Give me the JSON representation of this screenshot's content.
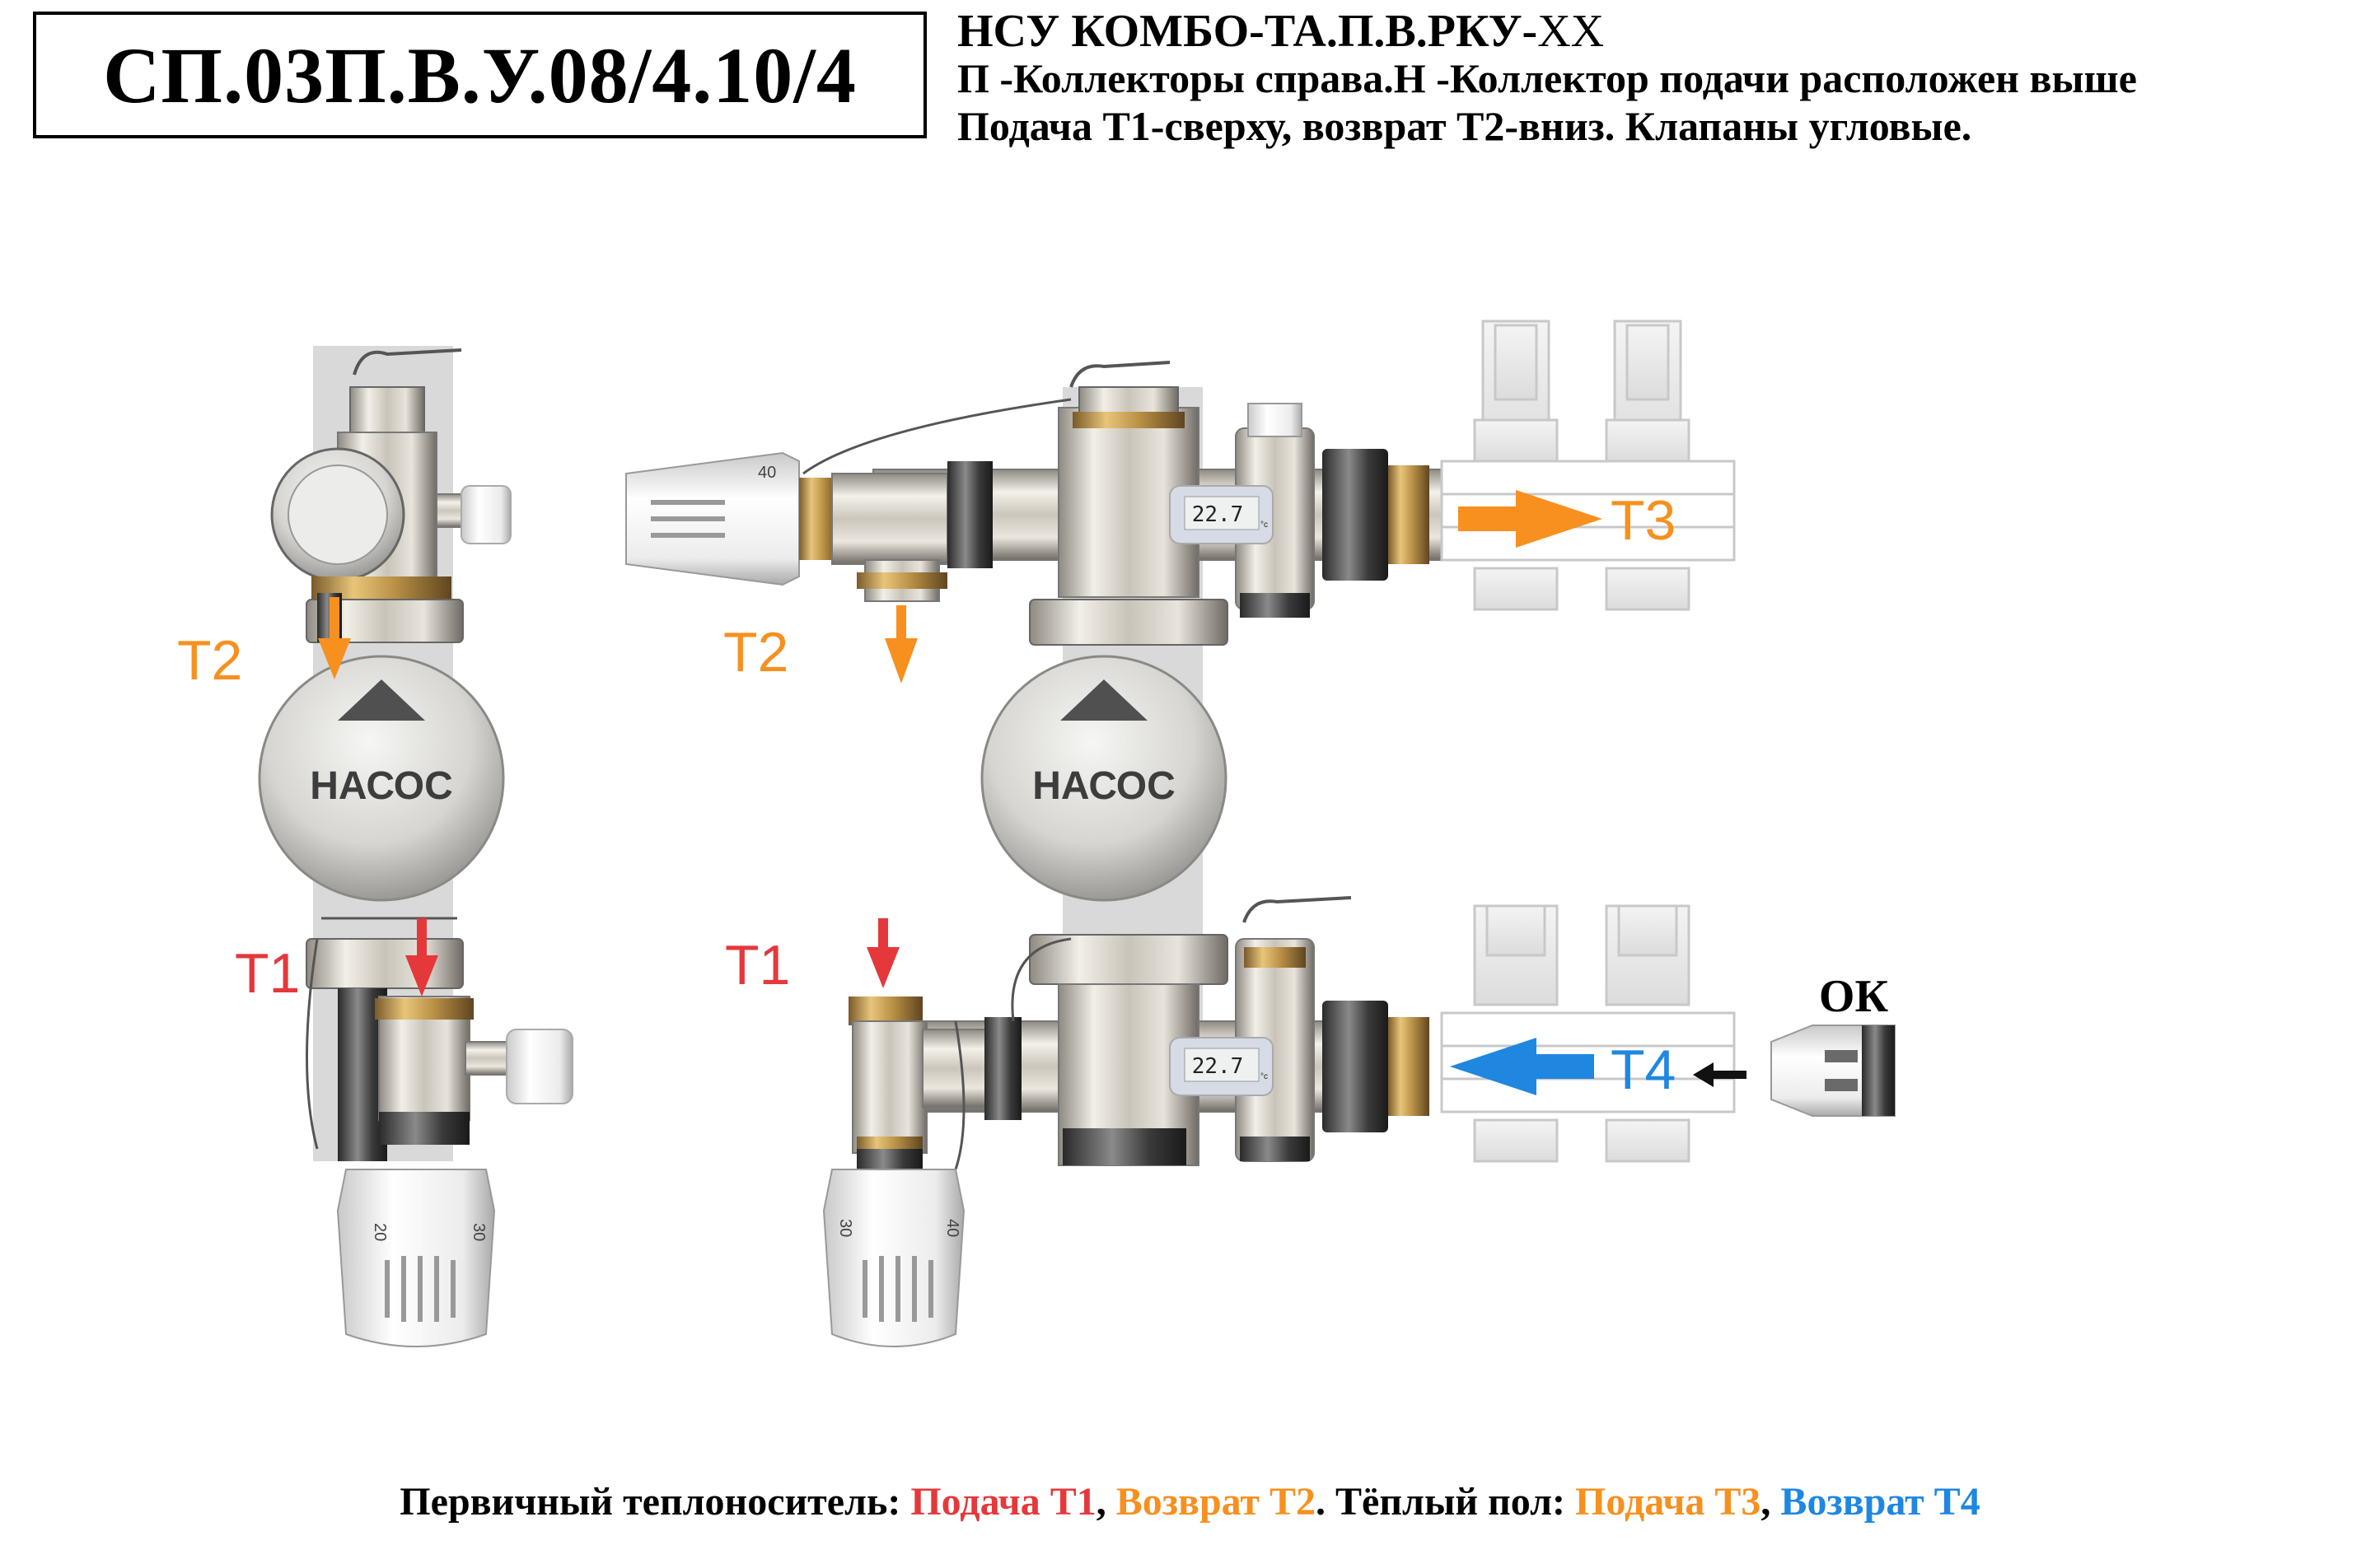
{
  "header": {
    "code": "СП.03П.В.У.08/4.10/4",
    "title_bold": "НСУ КОМБО-ТА.П.В.РКУ-",
    "title_suffix": "ХХ",
    "line1": "П -Коллекторы справа.Н -Коллектор подачи расположен выше",
    "line2": "Подача Т1-сверху, возврат Т2-вниз. Клапаны угловые."
  },
  "labels": {
    "t1": "Т1",
    "t2": "Т2",
    "t3": "Т3",
    "t4": "Т4",
    "pump": "НАСОС",
    "ok": "ОК",
    "display": "22.7",
    "display_unit": "°c",
    "dial_20": "20",
    "dial_30": "30",
    "dial_40": "40"
  },
  "footer": {
    "prefix": "Первичный теплоноситель: ",
    "t1": "Подача Т1",
    "sep1": ", ",
    "t2": "Возврат Т2",
    "mid": ". Тёплый пол: ",
    "t3": "Подача Т3",
    "sep2": ", ",
    "t4": "Возврат Т4"
  },
  "colors": {
    "t1": "#e5383b",
    "t2": "#f7901e",
    "t3": "#f7901e",
    "t4": "#1f87e0"
  }
}
